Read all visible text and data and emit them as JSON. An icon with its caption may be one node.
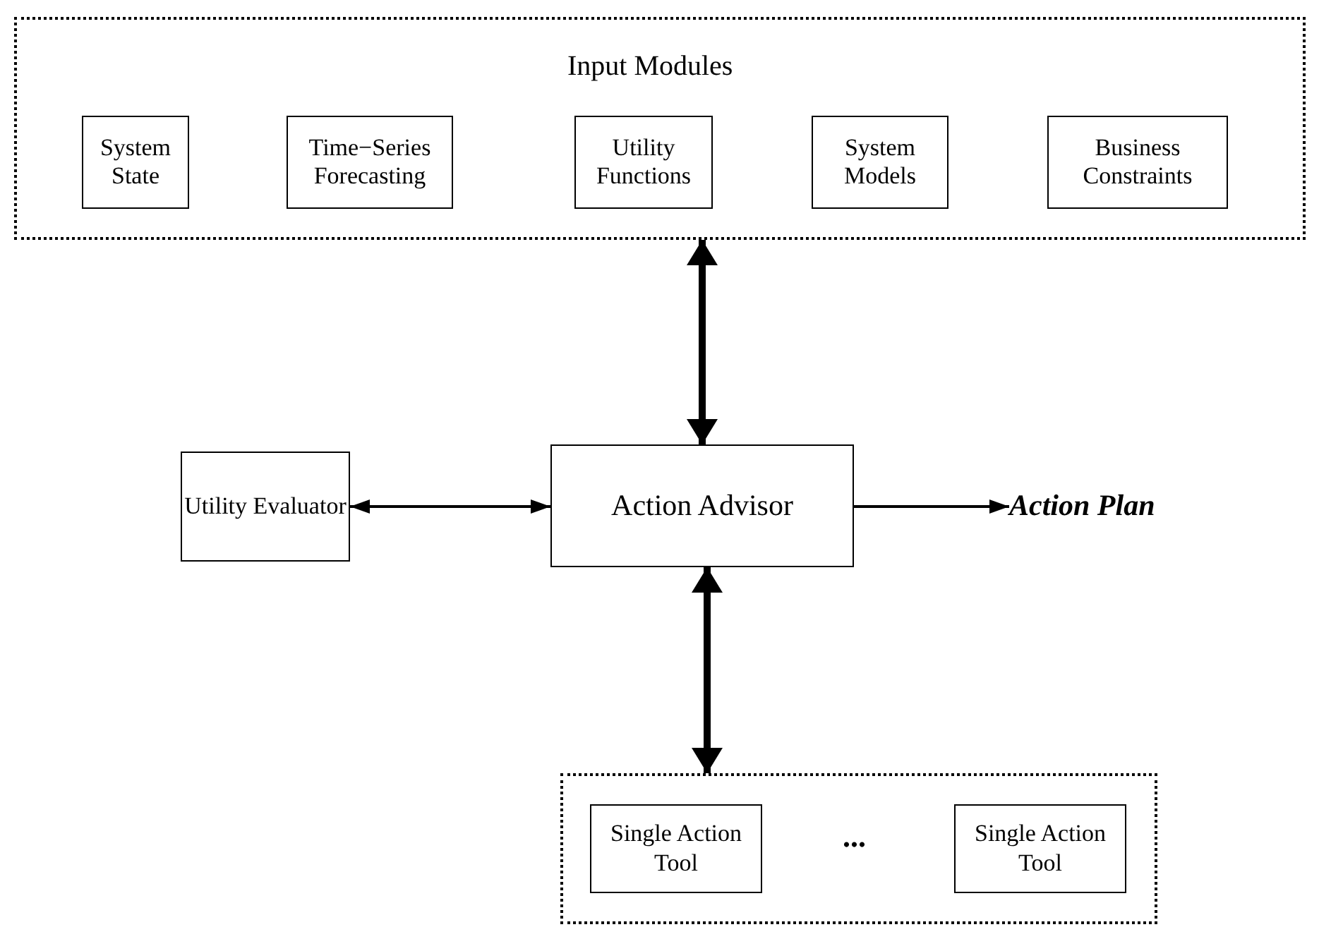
{
  "diagram": {
    "nodes": [
      {
        "text": [
          "Input Modules"
        ]
      },
      {
        "text": [
          "System State"
        ],
        "in": 0
      },
      {
        "text": [
          "Time−Series Forecasting"
        ],
        "in": 0
      },
      {
        "text": [
          "Utility Functions"
        ],
        "in": 0
      },
      {
        "text": [
          "System Models"
        ],
        "in": 0
      },
      {
        "text": [
          "Business Constraints"
        ],
        "in": 0
      },
      {
        "text": [
          "Utility Evaluator"
        ]
      },
      {
        "text": [
          "Action Advisor"
        ]
      },
      {
        "text": [
          "Action Plan"
        ]
      },
      {
        "text": [
          "..."
        ]
      },
      {
        "text": [
          "Single Action Tool"
        ],
        "in": 9
      },
      {
        "text": [
          "Single Action Tool"
        ],
        "in": 9
      }
    ],
    "edges": [
      {
        "from": 0,
        "to": 7,
        "arrow": "both",
        "style": "thick"
      },
      {
        "from": 6,
        "to": 7,
        "arrow": "both"
      },
      {
        "from": 7,
        "to": 8,
        "arrow": "to"
      },
      {
        "from": 7,
        "to": 9,
        "arrow": "both",
        "style": "thick"
      }
    ]
  }
}
